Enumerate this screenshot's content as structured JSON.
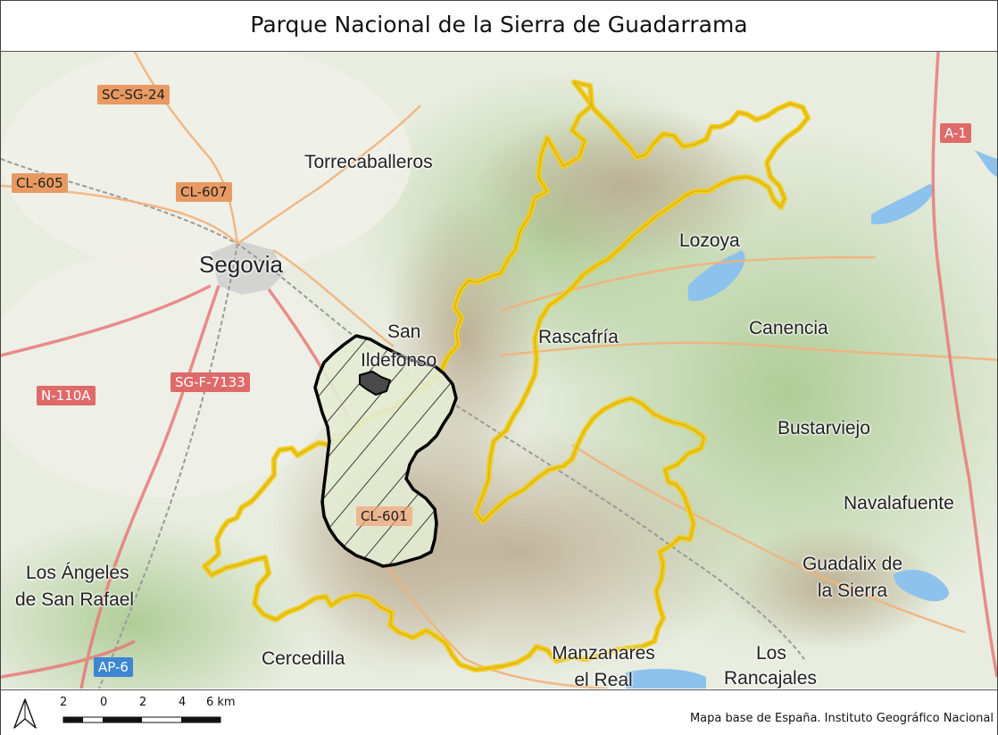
{
  "map": {
    "title": "Parque Nacional de la Sierra de Guadarrama",
    "places": {
      "torrecaballeros": "Torrecaballeros",
      "segovia": "Segovia",
      "san": "San",
      "ildefonso": "Ildefonso",
      "rascafria": "Rascafría",
      "lozoya": "Lozoya",
      "canencia": "Canencia",
      "bustarviejo": "Bustarviejo",
      "navalafuente": "Navalafuente",
      "guadalix_1": "Guadalix de",
      "guadalix_2": "la Sierra",
      "angeles_1": "Los Ángeles",
      "angeles_2": "de San Rafael",
      "cercedilla": "Cercedilla",
      "manzanares_1": "Manzanares",
      "manzanares_2": "el Real",
      "rancajales_1": "Los",
      "rancajales_2": "Rancajales"
    },
    "roads": {
      "sc_sg_24": "SC-SG-24",
      "cl_605": "CL-605",
      "cl_607": "CL-607",
      "sg_f_7133": "SG-F-7133",
      "n_110a": "N-110A",
      "cl_601": "CL-601",
      "a_1": "A-1",
      "ap_6": "AP-6"
    },
    "colors": {
      "park_boundary": "#f2cc1a",
      "hatched_area": "#000000",
      "road_major": "#e87a7a",
      "road_secondary": "#f2b27a",
      "water": "#8dc2ec",
      "urban": "#cfcfcf"
    }
  },
  "footer": {
    "scale": {
      "labels": [
        "2",
        "0",
        "2",
        "4",
        "6 km"
      ]
    },
    "attribution": "Mapa base de España. Instituto Geográfico Nacional"
  }
}
